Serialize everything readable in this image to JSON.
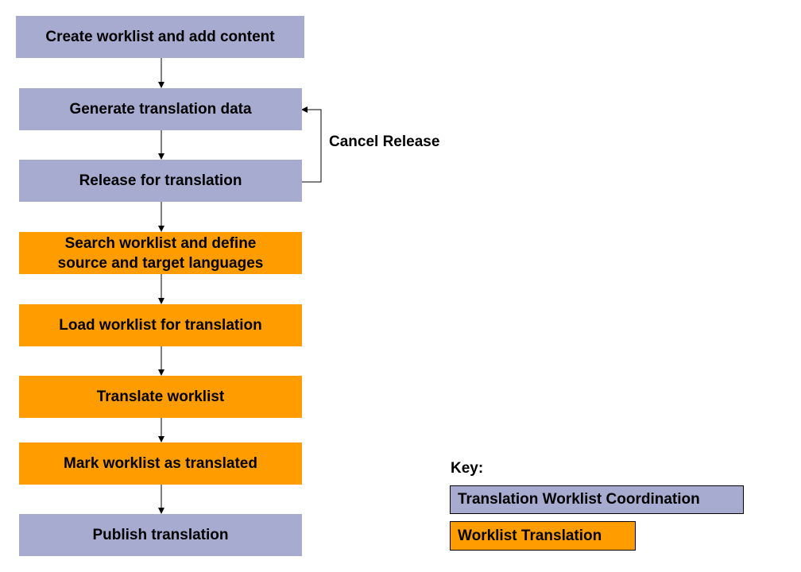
{
  "steps": [
    {
      "label": "Create worklist  and add content",
      "category": "coordination"
    },
    {
      "label": "Generate translation  data",
      "category": "coordination"
    },
    {
      "label": "Release for translation",
      "category": "coordination"
    },
    {
      "label": "Search worklist  and define\nsource and target languages",
      "category": "translation"
    },
    {
      "label": "Load worklist  for translation",
      "category": "translation"
    },
    {
      "label": "Translate worklist",
      "category": "translation"
    },
    {
      "label": "Mark worklist  as translated",
      "category": "translation"
    },
    {
      "label": "Publish translation",
      "category": "coordination"
    }
  ],
  "loop": {
    "label": "Cancel Release"
  },
  "key": {
    "title": "Key:",
    "coordination": "Translation Worklist Coordination",
    "translation": "Worklist Translation"
  },
  "colors": {
    "coordination": "#a7abcf",
    "translation": "#ff9c00",
    "connector": "#000000"
  }
}
